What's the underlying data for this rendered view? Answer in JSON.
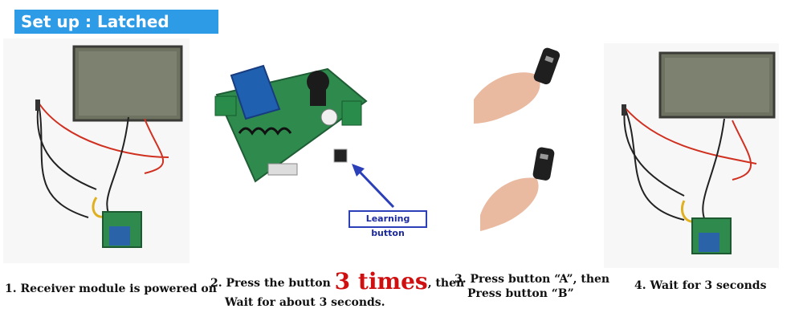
{
  "header": {
    "title": "Set up : Latched Mode"
  },
  "board": {
    "label": "Learning button"
  },
  "steps": [
    {
      "text": "1. Receiver module is powered on"
    },
    {
      "prefix": "2. Press the button",
      "highlight": "3 times",
      "suffix": ", then",
      "line2": "Wait for about 3 seconds."
    },
    {
      "line1": "3. Press button “A”, then",
      "line2": "Press button “B”"
    },
    {
      "text": "4. Wait for 3 seconds"
    }
  ]
}
